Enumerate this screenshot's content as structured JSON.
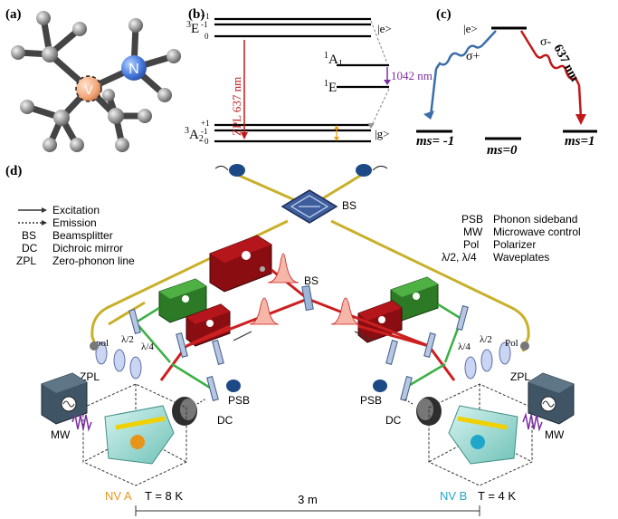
{
  "panels": {
    "a": {
      "label": "(a)",
      "atom_n": "N",
      "atom_v": "V"
    },
    "b": {
      "label": "(b)",
      "e3_sup": "3",
      "e3_main": "E",
      "a1_sup": "1",
      "a1_main": "A",
      "a1_sub": "1",
      "e1_sup": "1",
      "e1_main": "E",
      "a2_sup": "3",
      "a2_main": "A",
      "a2_sub": "2",
      "level_p1": "+1",
      "level_m1": "-1",
      "level_0": "0",
      "level_p1b": "+1",
      "level_m1b": "-1",
      "level_0b": "0",
      "ket_e": "|e>",
      "ket_g": "|g>",
      "zpl_label": "ZPL 637 nm",
      "ir_label": "1042 nm"
    },
    "c": {
      "label": "(c)",
      "ket_e": "|e>",
      "sigma_plus": "σ+",
      "sigma_minus": "σ-",
      "wavelength": "637 nm",
      "ms_minus": "ms= -1",
      "ms_zero": "ms=0",
      "ms_plus": "ms=1"
    },
    "d": {
      "label": "(d)",
      "legend": [
        {
          "key": "",
          "text": "Excitation"
        },
        {
          "key": "",
          "text": "Emission"
        },
        {
          "key": "BS",
          "text": "Beamsplitter"
        },
        {
          "key": "DC",
          "text": "Dichroic mirror"
        },
        {
          "key": "ZPL",
          "text": "Zero-phonon line"
        }
      ],
      "legend_right": [
        {
          "key": "PSB",
          "text": "Phonon sideband"
        },
        {
          "key": "MW",
          "text": "Microwave control"
        },
        {
          "key": "Pol",
          "text": "Polarizer"
        },
        {
          "key": "λ/2, λ/4",
          "text": "Waveplates"
        }
      ],
      "labels": {
        "bs_top": "BS",
        "bs_mid": "BS",
        "pol_left": "pol",
        "pol_right": "Pol",
        "lam2_left": "λ/2",
        "lam4_left": "λ/4",
        "lam2_right": "λ/2",
        "lam4_right": "λ/4",
        "zpl_left": "ZPL",
        "zpl_right": "ZPL",
        "psb_left": "PSB",
        "psb_right": "PSB",
        "dc_left": "DC",
        "dc_right": "DC",
        "mw_left": "MW",
        "mw_right": "MW",
        "nv_a": "NV A",
        "nv_b": "NV B",
        "temp_a": "T = 8 K",
        "temp_b": "T = 4 K",
        "distance": "3 m"
      }
    }
  },
  "colors": {
    "red_laser": "#cc1f1f",
    "green_laser": "#3cb043",
    "fiber": "#c9b02a",
    "nv_a": "#e8941a",
    "nv_b": "#1fa6c9",
    "purple": "#7a2ea0",
    "blue_arrow": "#3a6ea8",
    "red_arrow": "#c0181a"
  }
}
